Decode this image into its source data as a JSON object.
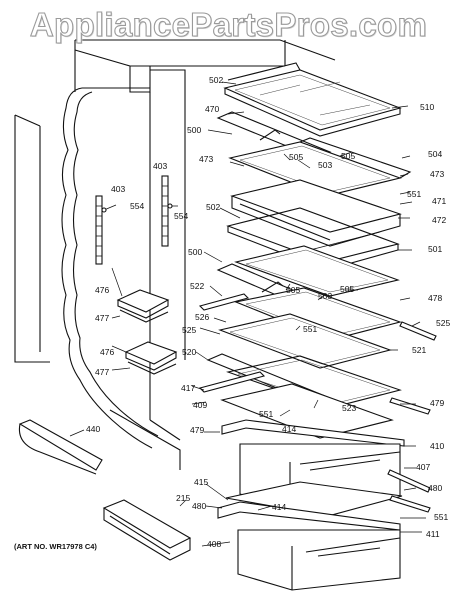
{
  "watermark": "AppliancePartsPros.com",
  "art_number": "(ART NO. WR17978 C4)",
  "callouts": {
    "c502a": "502",
    "c470": "470",
    "c510": "510",
    "c500a": "500",
    "c505a": "505",
    "c503a": "503",
    "c505b": "505",
    "c504": "504",
    "c473a": "473",
    "c473b": "473",
    "c551a": "551",
    "c471": "471",
    "c502b": "502",
    "c472": "472",
    "c500b": "500",
    "c501": "501",
    "c403a": "403",
    "c403b": "403",
    "c554a": "554",
    "c554b": "554",
    "c522": "522",
    "c505c": "505",
    "c503b": "503",
    "c505d": "505",
    "c478": "478",
    "c526": "526",
    "c525a": "525",
    "c525b": "525",
    "c551b": "551",
    "c521": "521",
    "c476a": "476",
    "c477a": "477",
    "c476b": "476",
    "c477b": "477",
    "c520": "520",
    "c417": "417",
    "c409": "409",
    "c523": "523",
    "c479a": "479",
    "c551c": "551",
    "c414a": "414",
    "c479b": "479",
    "c410": "410",
    "c440": "440",
    "c407": "407",
    "c415": "415",
    "c480a": "480",
    "c215": "215",
    "c480b": "480",
    "c414b": "414",
    "c551d": "551",
    "c408": "408",
    "c411": "411"
  }
}
